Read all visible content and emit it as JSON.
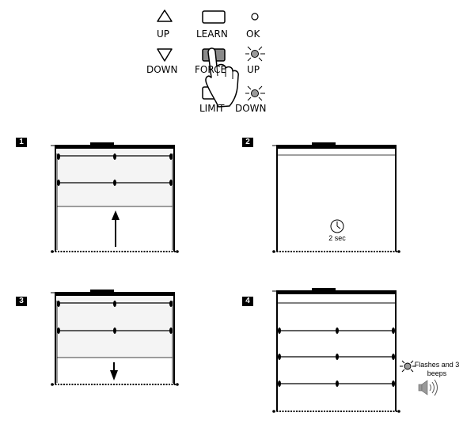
{
  "panel": {
    "up_label": "UP",
    "learn_label": "LEARN",
    "ok_label": "OK",
    "down_label": "DOWN",
    "force_label": "FORCE",
    "led_up_label": "UP",
    "limit_label": "LIMIT",
    "led_down_label": "DOWN"
  },
  "steps": [
    {
      "number": "1"
    },
    {
      "number": "2",
      "timer_label": "2 sec"
    },
    {
      "number": "3"
    },
    {
      "number": "4",
      "note": "Flashes and 3 beeps"
    }
  ],
  "colors": {
    "line": "#000000",
    "door_shade": "#f2f2f2",
    "button_pressed": "#8a8a8a",
    "led_lit": "#9a9a9a"
  }
}
